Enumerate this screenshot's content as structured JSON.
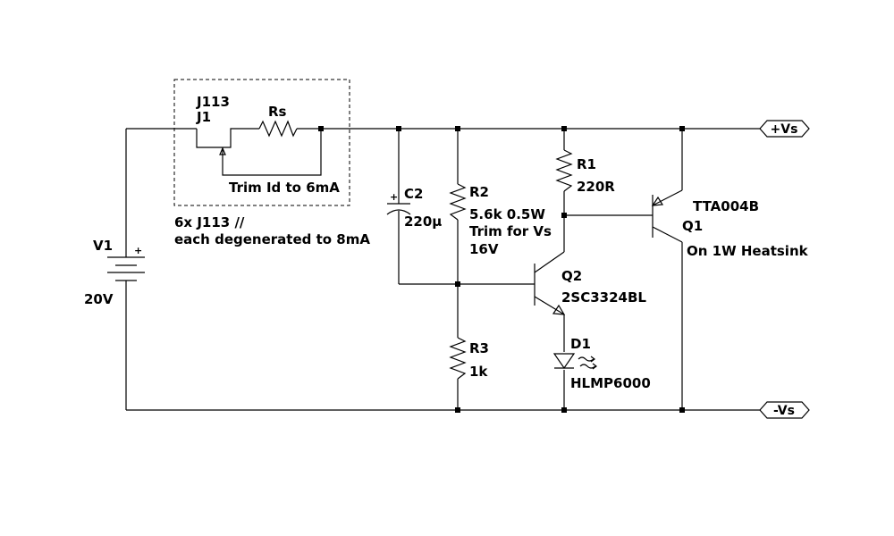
{
  "components": {
    "v1": {
      "ref": "V1",
      "value": "20V"
    },
    "j1": {
      "part": "J113",
      "ref": "J1"
    },
    "rs": {
      "ref": "Rs"
    },
    "c2": {
      "ref": "C2",
      "value": "220µ"
    },
    "r2": {
      "ref": "R2",
      "value": "5.6k 0.5W",
      "note_1": "Trim for Vs",
      "note_2": "16V"
    },
    "r1": {
      "ref": "R1",
      "value": "220R"
    },
    "q1": {
      "part": "TTA004B",
      "ref": "Q1",
      "note": "On 1W Heatsink"
    },
    "q2": {
      "ref": "Q2",
      "part": "2SC3324BL"
    },
    "r3": {
      "ref": "R3",
      "value": "1k"
    },
    "d1": {
      "ref": "D1",
      "part": "HLMP6000"
    }
  },
  "annotations": {
    "trim_note": "Trim Id to 6mA",
    "jfet_note_1": "6x J113 //",
    "jfet_note_2": "each degenerated to 8mA"
  },
  "net_labels": {
    "pos": "+Vs",
    "neg": "-Vs"
  },
  "polarity": {
    "plus": "+"
  }
}
